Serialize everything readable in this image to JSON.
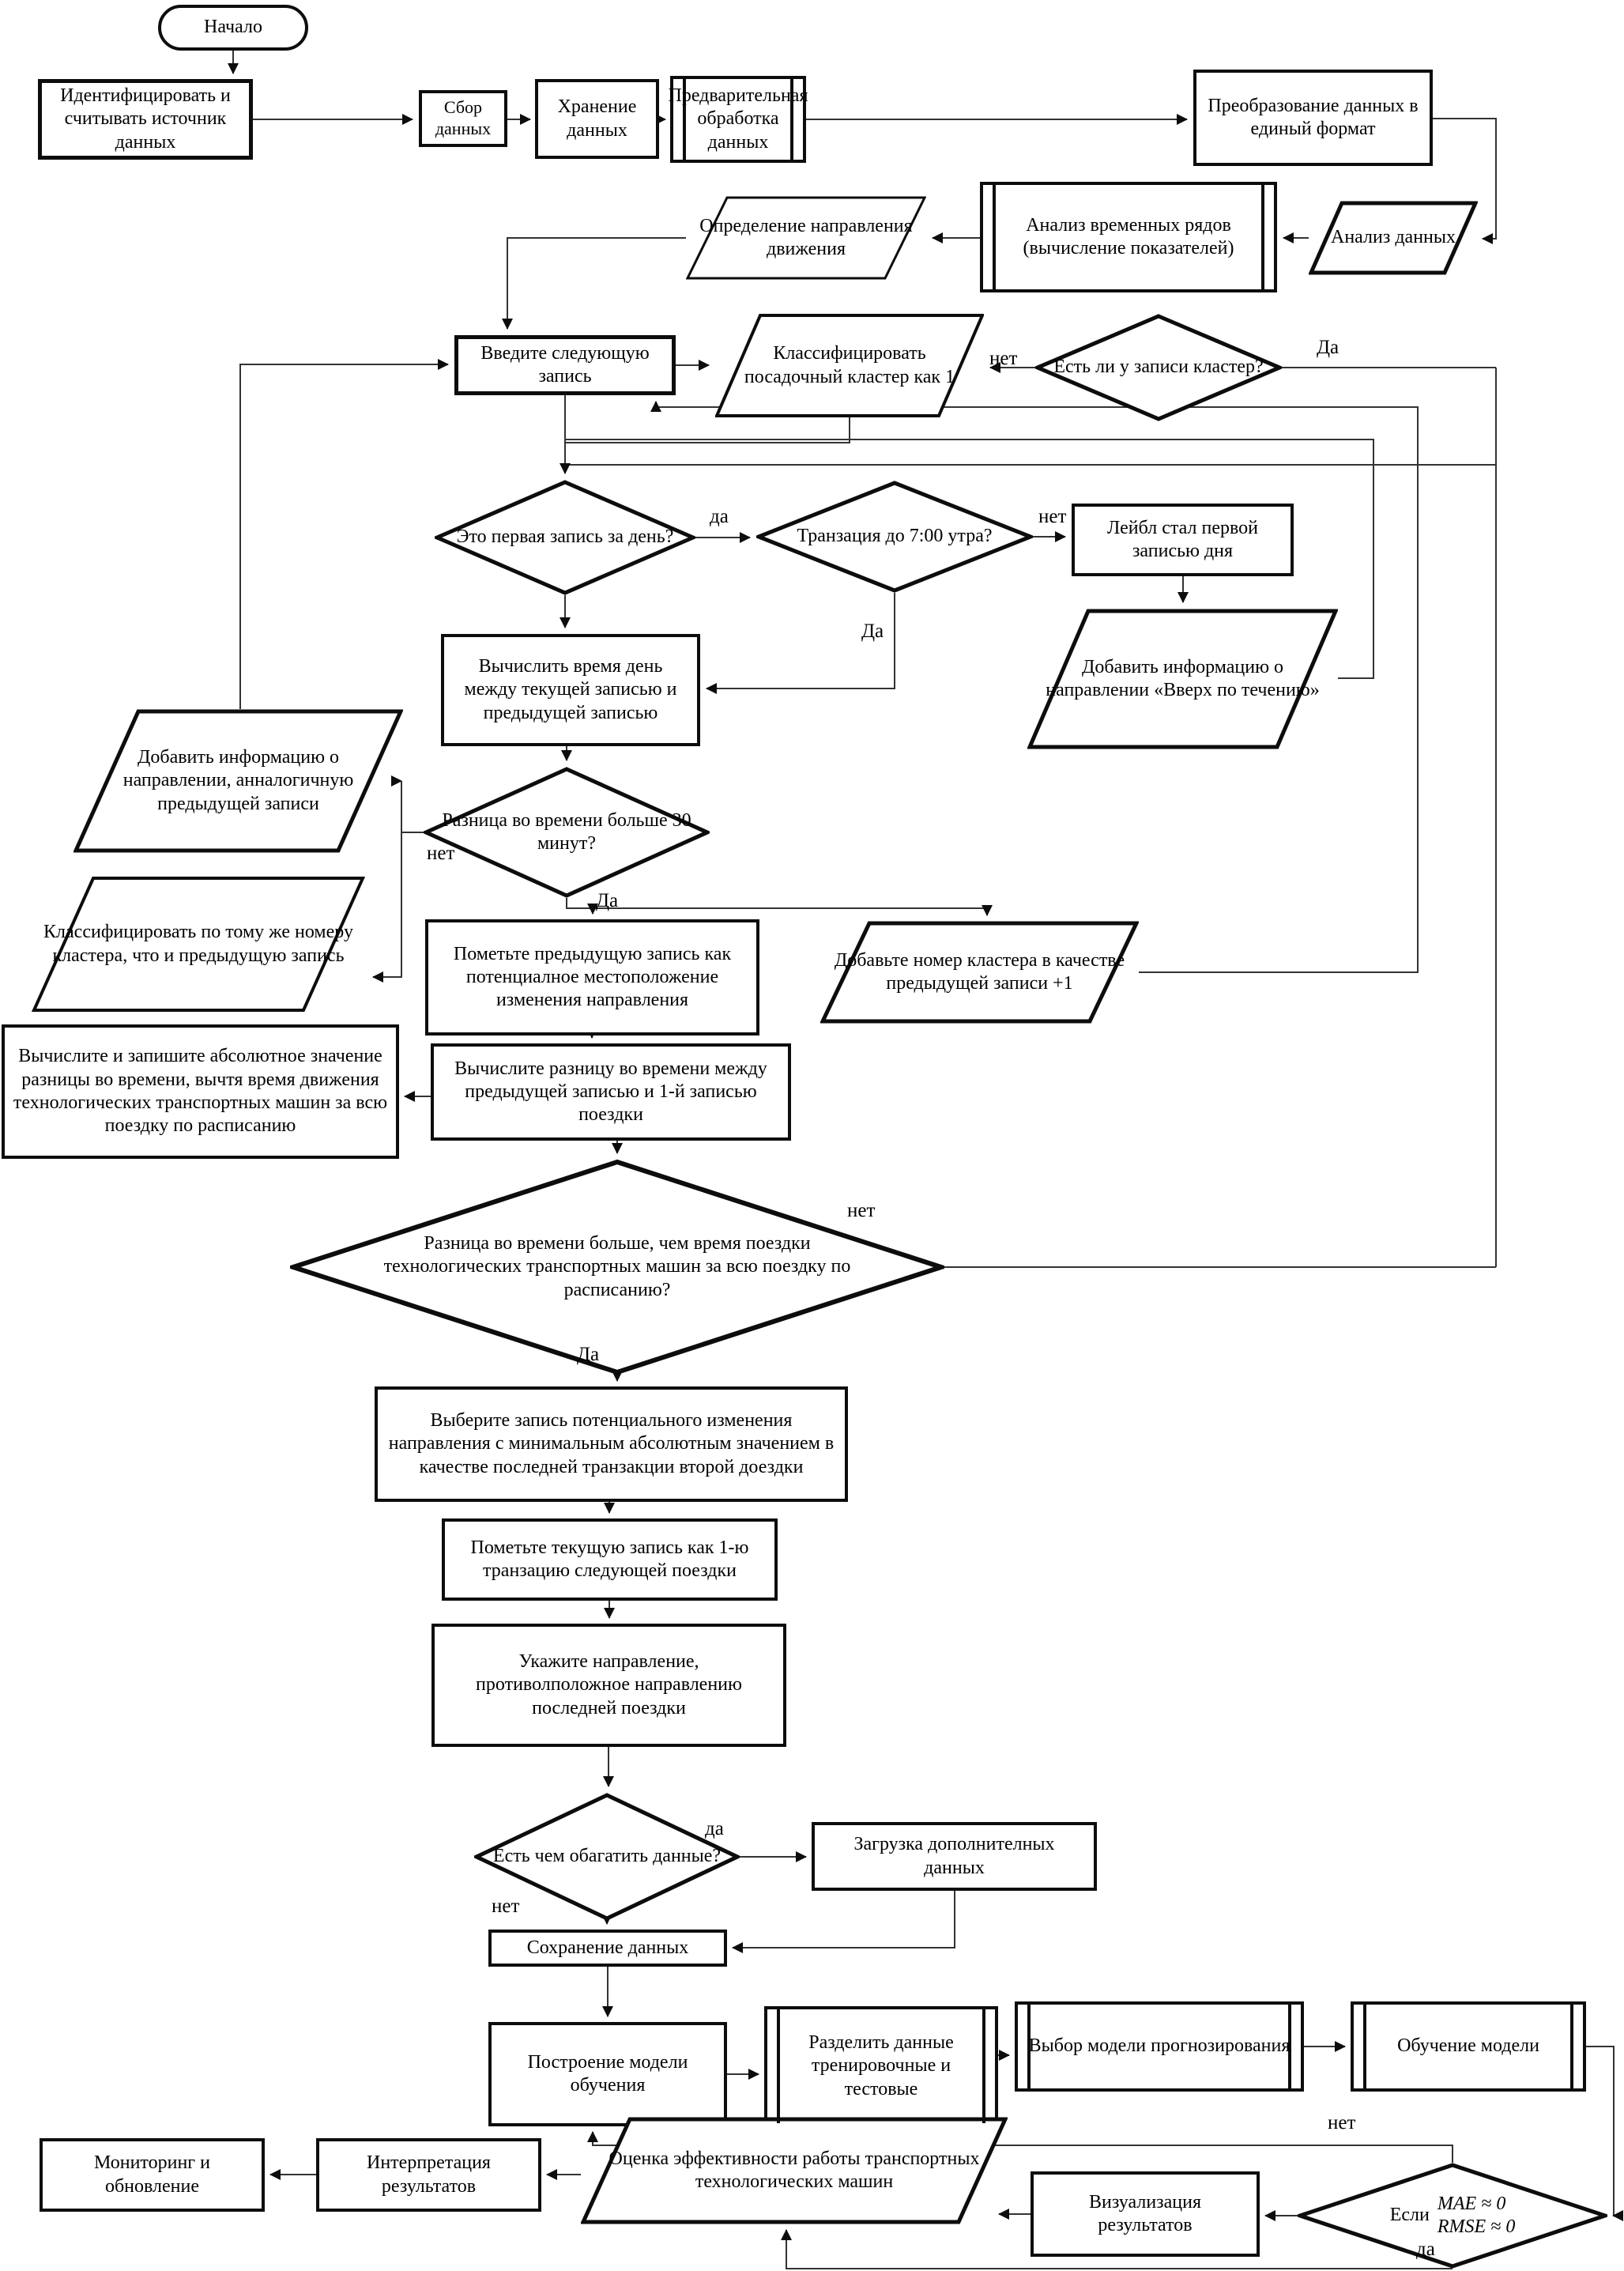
{
  "colors": {
    "border": "#0d0d0d",
    "line": "#333333",
    "background": "#ffffff"
  },
  "nodes": {
    "start": {
      "shape": "terminator",
      "label": "Начало"
    },
    "identify": {
      "shape": "process",
      "label": "Идентифицировать и считывать источник данных"
    },
    "collect": {
      "shape": "process",
      "label": "Сбор данных"
    },
    "store": {
      "shape": "process",
      "label": "Хранение данных"
    },
    "preprocess": {
      "shape": "predefined",
      "label": "Предварительная обработка данных"
    },
    "transform": {
      "shape": "process",
      "label": "Преобразование данных в единый формат"
    },
    "analyze": {
      "shape": "data",
      "label": "Анализ данных"
    },
    "timeseries": {
      "shape": "predefined",
      "label": "Анализ временных рядов (вычисление показателей)"
    },
    "direction": {
      "shape": "data",
      "label": "Определение направления движения"
    },
    "nextrecord": {
      "shape": "process",
      "label": "Введите следующую запись"
    },
    "classify1": {
      "shape": "data",
      "label": "Классифицировать посадочный кластер как 1"
    },
    "hascluster": {
      "shape": "decision",
      "label": "Есть ли у записи кластер?"
    },
    "firstofday": {
      "shape": "decision",
      "label": "Это первая запись за день?"
    },
    "before7": {
      "shape": "decision",
      "label": "Транзация до 7:00 утра?"
    },
    "labelfirst": {
      "shape": "process",
      "label": "Лейбл стал первой записью дня"
    },
    "upstream": {
      "shape": "data",
      "label": "Добавить информацию о направлении «Вверх по течению»"
    },
    "calcdaytime": {
      "shape": "process",
      "label": "Вычислить время день между текущей записью и предыдущей записью"
    },
    "addsamedir": {
      "shape": "data",
      "label": "Добавить информацию о направлении, анналогичную предыдущей записи"
    },
    "diff30": {
      "shape": "decision",
      "label": "Разница во времени больше 30 минут?"
    },
    "samecluster": {
      "shape": "data",
      "label": "Классифицировать по тому же номеру кластера, что и предыдущую запись"
    },
    "markprev": {
      "shape": "process",
      "label": "Пометьте предыдущую запись как потенциалное местоположение изменения направления"
    },
    "addclusternum": {
      "shape": "data",
      "label": "Добавьте номер кластера в качестве предыдущей записи +1"
    },
    "calcabs": {
      "shape": "process",
      "label": "Вычислите и запишите абсолютное значение разницы во времени, вычтя время движения технологических транспортных машин за всю поездку по расписанию"
    },
    "calcdiff": {
      "shape": "process",
      "label": "Вычислите разницу во времени между предыдущей записью и 1-й записью поездки"
    },
    "tripdiff": {
      "shape": "decision",
      "label": "Разница во времени больше, чем время поездки технологических транспортных машин за всю поездку по расписанию?"
    },
    "choosemin": {
      "shape": "process",
      "label": "Выберите запись потенциального изменения направления с минимальным абсолютным значением в качестве последней транзакции второй доездки"
    },
    "markcurrent": {
      "shape": "process",
      "label": "Пометьте текущую запись как 1-ю транзацию следующей поездки"
    },
    "oppositedir": {
      "shape": "process",
      "label": "Укажите направление, противолположное направлению последней поездки"
    },
    "enrich": {
      "shape": "decision",
      "label": "Есть чем обагатить данные?"
    },
    "loadextra": {
      "shape": "process",
      "label": "Загрузка дополнителных данных"
    },
    "savedata": {
      "shape": "process",
      "label": "Сохранение данных"
    },
    "buildmodel": {
      "shape": "process",
      "label": "Построение модели обучения"
    },
    "splitdata": {
      "shape": "predefined",
      "label": "Разделить данные тренировочные и тестовые"
    },
    "choosemodel": {
      "shape": "predefined",
      "label": "Выбор модели прогнозирования"
    },
    "trainmodel": {
      "shape": "predefined",
      "label": "Обучение модели"
    },
    "monitoring": {
      "shape": "process",
      "label": "Мониторинг и обновление"
    },
    "interpret": {
      "shape": "process",
      "label": "Интерпретация результатов"
    },
    "evaluate": {
      "shape": "data",
      "label": "Оценка эффективности работы транспортных технологических машин"
    },
    "visualize": {
      "shape": "process",
      "label": "Визуализация результатов"
    },
    "metrics": {
      "shape": "decision",
      "label": "Если",
      "mae": "MAE ≈ 0",
      "rmse": "RMSE ≈ 0"
    }
  },
  "branch_labels": {
    "cluster_no": "нет",
    "cluster_yes": "Да",
    "firstday_yes": "да",
    "before7_no": "нет",
    "before7_yes": "Да",
    "diff30_no": "нет",
    "diff30_yes": "Да",
    "tripdiff_no": "нет",
    "tripdiff_yes": "Да",
    "enrich_yes": "да",
    "enrich_no": "нет",
    "metrics_no": "нет",
    "metrics_yes": "да"
  }
}
